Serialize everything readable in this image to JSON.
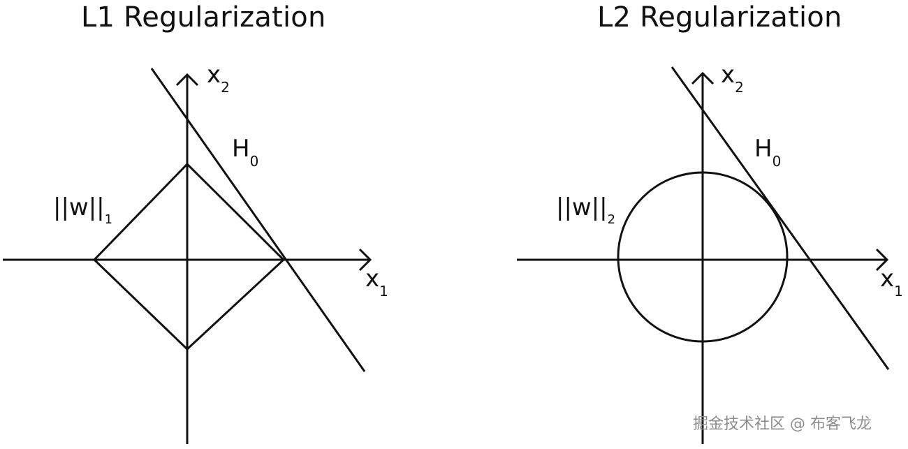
{
  "titles": {
    "left": "L1 Regularization",
    "right": "L2 Regularization"
  },
  "labels": {
    "x1": "x",
    "x1_sub": "1",
    "x2": "x",
    "x2_sub": "2",
    "h0": "H",
    "h0_sub": "0",
    "l1_norm": "||w||",
    "l1_sub": "1",
    "l2_norm": "||w||",
    "l2_sub": "2"
  },
  "watermark": "掘金技术社区 @ 布客飞龙",
  "colors": {
    "line": "#111111",
    "watermark": "#8d8d8d",
    "background": "#ffffff"
  }
}
